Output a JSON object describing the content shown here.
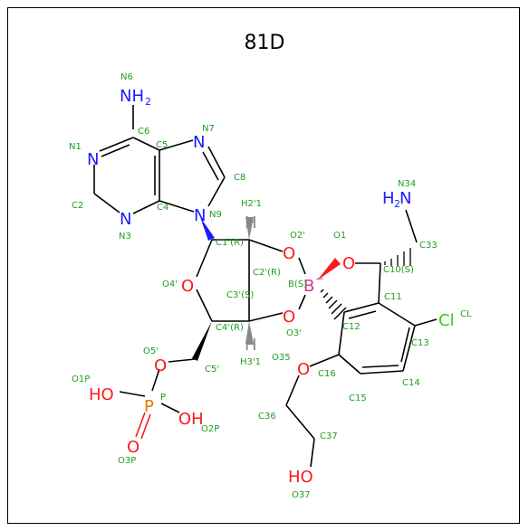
{
  "title": "81D",
  "colors": {
    "carbon": "#000000",
    "nitrogen": "#1a1aff",
    "oxygen": "#ff1a1a",
    "boron": "#d1358f",
    "chlorine": "#35cc1a",
    "phosphorus": "#e07d00",
    "label": "#1e9e1e"
  },
  "atoms": {
    "NH2": "NH",
    "NH2_sub": "2",
    "N1": "N",
    "N3": "N",
    "N7": "N",
    "N9": "N",
    "H2N": "H",
    "H2N_sub": "2",
    "H2N_N": "N",
    "O2p": "O",
    "O3p": "O",
    "O4p": "O",
    "O1": "O",
    "O5p": "O",
    "O35": "O",
    "B": "B",
    "B_charge": "−",
    "Cl": "Cl",
    "HO_P": "HO",
    "P": "P",
    "OH_P": "OH",
    "O_dbl": "O",
    "HO_37": "HO",
    "H2p": "H",
    "H3p": "H"
  },
  "labels": {
    "N6": "N6",
    "C6": "C6",
    "N1": "N1",
    "C5": "C5",
    "N7": "N7",
    "C8": "C8",
    "C2": "C2",
    "N3": "N3",
    "C4": "C4",
    "N9": "N9",
    "H2p1": "H2'1",
    "O2p": "O2'",
    "O1": "O1",
    "N34": "N34",
    "C33": "C33",
    "C1pR": "C1'(R)",
    "C2pR": "C2'(R)",
    "BS": "B(S)",
    "C10S": "C10(S)",
    "O4p": "O4'",
    "C3pS": "C3'(S)",
    "C11": "C11",
    "CL": "CL",
    "C4pR": "C4'(R)",
    "O3p": "O3'",
    "C12": "C12",
    "C13": "C13",
    "O5p": "O5'",
    "H3p1": "H3'1",
    "O35": "O35",
    "C5p": "C5'",
    "C16": "C16",
    "C14": "C14",
    "O1P": "O1P",
    "P": "P",
    "C15": "C15",
    "O2P": "O2P",
    "C36": "C36",
    "O3P": "O3P",
    "C37": "C37",
    "O37": "O37"
  }
}
